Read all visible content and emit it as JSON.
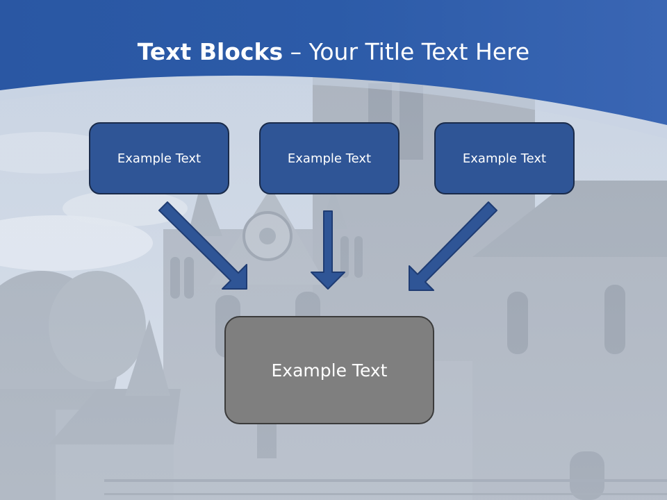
{
  "slide": {
    "title_bold": "Text Blocks",
    "title_rest": " – Your Title Text Here",
    "blocks": [
      {
        "label": "Example Text"
      },
      {
        "label": "Example Text"
      },
      {
        "label": "Example Text"
      }
    ],
    "target": {
      "label": "Example Text"
    }
  },
  "colors": {
    "header_blue": "#2f5aa8",
    "box_blue": "#2f5596",
    "box_border": "#1a2b4a",
    "arrow_blue": "#2f5596",
    "target_gray": "#7f7f7f"
  }
}
